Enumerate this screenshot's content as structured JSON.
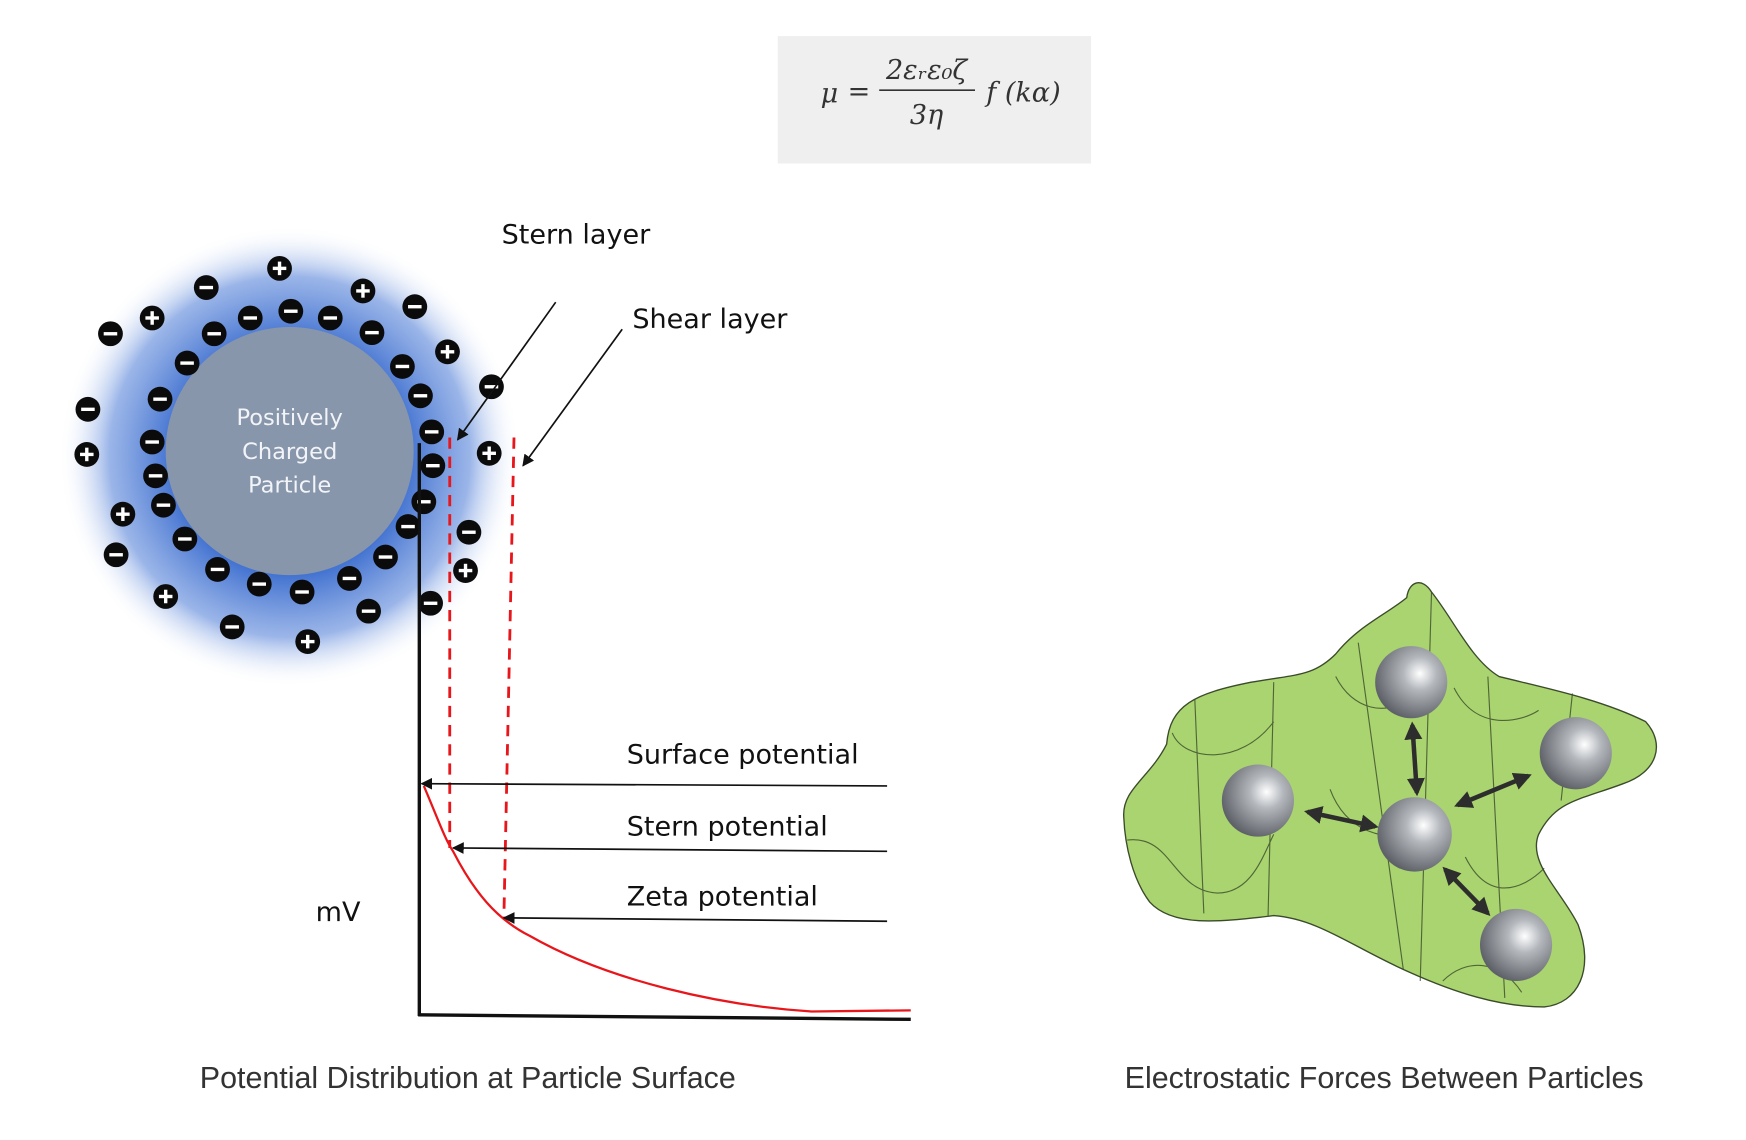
{
  "formula": {
    "lhs": "μ",
    "equals": "=",
    "numerator": "2εᵣε₀ζ",
    "denominator": "3η",
    "function": "f (kα)"
  },
  "left_figure": {
    "particle_label": [
      "Positively",
      "Charged",
      "Particle"
    ],
    "stern_layer": "Stern layer",
    "shear_layer": "Shear layer",
    "surface_potential": "Surface potential",
    "stern_potential": "Stern potential",
    "zeta_potential": "Zeta potential",
    "y_axis_unit": "mV",
    "caption": "Potential Distribution at Particle Surface"
  },
  "right_figure": {
    "caption": "Electrostatic Forces Between Particles"
  },
  "colors": {
    "particle": "#8796ab",
    "halo": "#4a78d0",
    "curve": "#e8161b",
    "green": "#a9d46f",
    "formula_bg": "#efefef"
  }
}
